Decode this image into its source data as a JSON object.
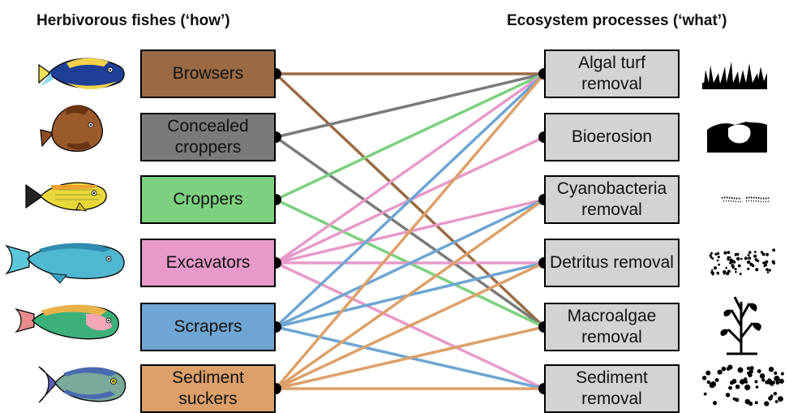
{
  "headings": {
    "left": "Herbivorous fishes (‘how’)",
    "right": "Ecosystem processes (‘what’)"
  },
  "fish_groups": [
    {
      "id": "browsers",
      "label": "Browsers",
      "color": "#9a6b45",
      "targets": [
        "algal-turf",
        "macroalgae"
      ]
    },
    {
      "id": "concealed",
      "label": "Concealed croppers",
      "color": "#7a7a7a",
      "targets": [
        "algal-turf",
        "macroalgae"
      ]
    },
    {
      "id": "croppers",
      "label": "Croppers",
      "color": "#7dd07f",
      "targets": [
        "algal-turf",
        "macroalgae"
      ]
    },
    {
      "id": "excavators",
      "label": "Excavators",
      "color": "#e79ac9",
      "targets": [
        "algal-turf",
        "bioerosion",
        "cyanobacteria",
        "detritus",
        "sediment"
      ]
    },
    {
      "id": "scrapers",
      "label": "Scrapers",
      "color": "#6fa5d2",
      "targets": [
        "algal-turf",
        "cyanobacteria",
        "detritus",
        "sediment"
      ]
    },
    {
      "id": "sediment-suckers",
      "label": "Sediment suckers",
      "color": "#dda06a",
      "targets": [
        "algal-turf",
        "cyanobacteria",
        "detritus",
        "macroalgae",
        "sediment"
      ]
    }
  ],
  "processes": [
    {
      "id": "algal-turf",
      "label": "Algal turf removal",
      "icon": "grass-turf-icon"
    },
    {
      "id": "bioerosion",
      "label": "Bioerosion",
      "icon": "eroded-rock-icon"
    },
    {
      "id": "cyanobacteria",
      "label": "Cyanobacteria removal",
      "icon": "cyanobacteria-dots-icon"
    },
    {
      "id": "detritus",
      "label": "Detritus removal",
      "icon": "detritus-particles-icon"
    },
    {
      "id": "macroalgae",
      "label": "Macroalgae removal",
      "icon": "seaweed-icon"
    },
    {
      "id": "sediment",
      "label": "Sediment removal",
      "icon": "sediment-dots-icon"
    }
  ],
  "fish_icons": [
    "surgeonfish-icon",
    "brown-tang-icon",
    "yellow-rabbitfish-icon",
    "blue-parrotfish-icon",
    "green-parrotfish-icon",
    "bristletooth-surgeonfish-icon"
  ],
  "colors": {
    "box_border": "#000000",
    "process_fill": "#d3d3d3",
    "dot": "#000000"
  }
}
